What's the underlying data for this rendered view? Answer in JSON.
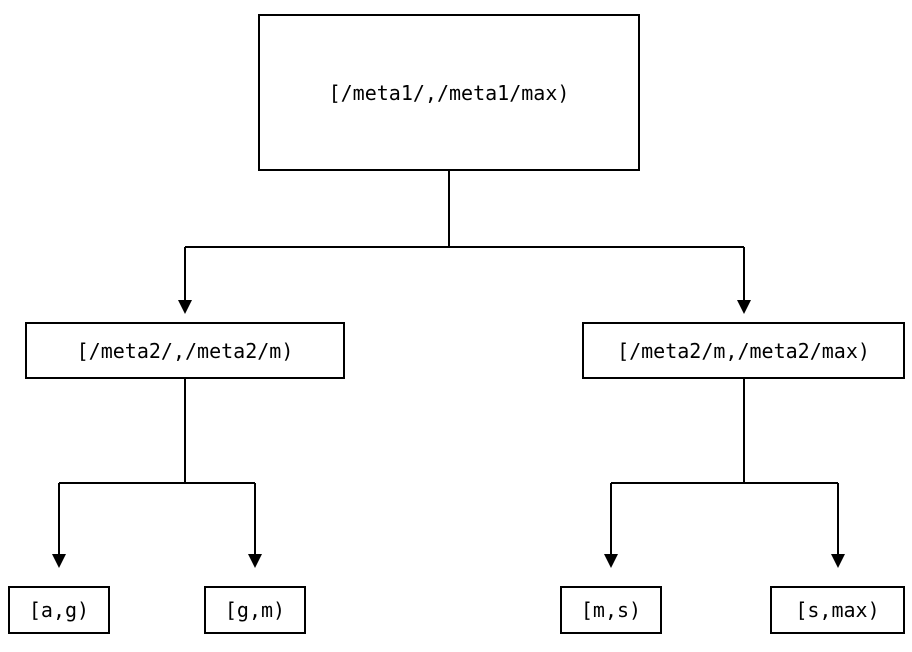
{
  "tree": {
    "root": {
      "label": "[/meta1/,/meta1/max)"
    },
    "children": [
      {
        "label": "[/meta2/,/meta2/m)"
      },
      {
        "label": "[/meta2/m,/meta2/max)"
      }
    ],
    "leaves": [
      {
        "label": "[a,g)"
      },
      {
        "label": "[g,m)"
      },
      {
        "label": "[m,s)"
      },
      {
        "label": "[s,max)"
      }
    ]
  },
  "colors": {
    "line": "#000000",
    "background": "#ffffff",
    "text": "#000000"
  }
}
